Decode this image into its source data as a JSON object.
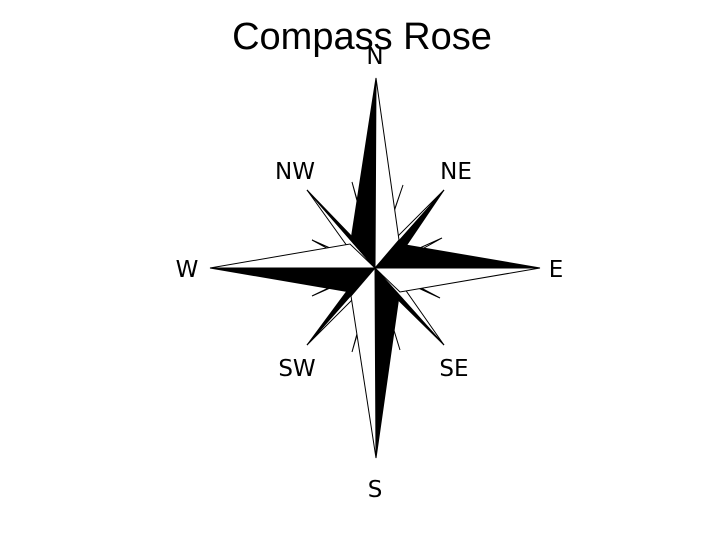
{
  "slide": {
    "title": "Compass Rose"
  },
  "compass": {
    "labels": {
      "n": "N",
      "ne": "NE",
      "e": "E",
      "se": "SE",
      "s": "S",
      "sw": "SW",
      "w": "W",
      "nw": "NW"
    },
    "colors": {
      "ink": "#000000",
      "paper": "#ffffff"
    }
  }
}
